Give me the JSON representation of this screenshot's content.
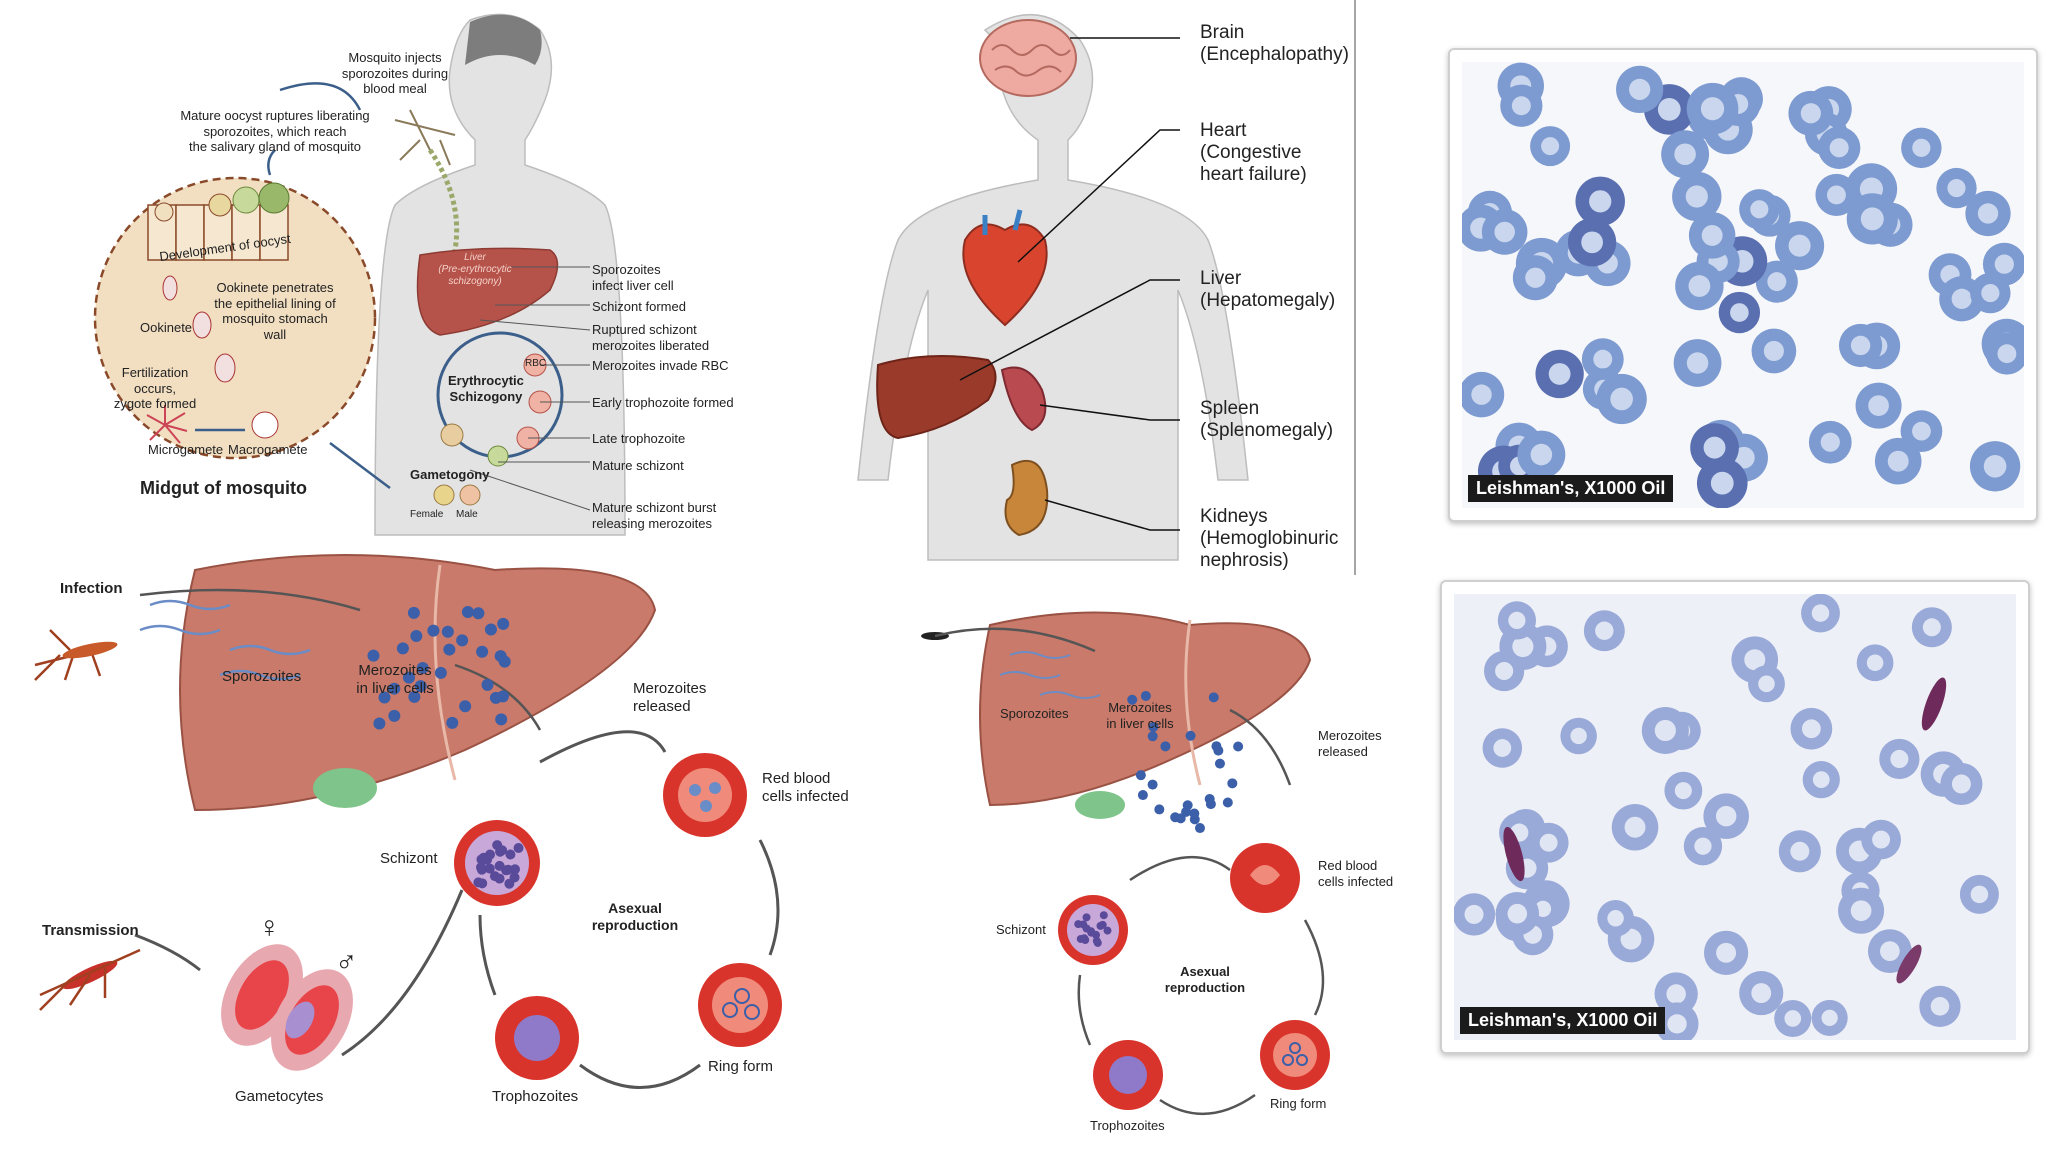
{
  "panel_tl": {
    "mosquito_injects": "Mosquito injects\nsporozoites during\nblood meal",
    "mature_oocyst": "Mature oocyst ruptures liberating\nsporozoites, which reach\nthe salivary gland of mosquito",
    "development_oocyst": "Development of oocyst",
    "ookinete_penetrates": "Ookinete penetrates\nthe epithelial lining of\nmosquito stomach\nwall",
    "ookinete": "Ookinete",
    "fertilization": "Fertilization\noccurs,\nzygote formed",
    "microgamete": "Microgamete",
    "macrogamete": "Macrogamete",
    "midgut": "Midgut of mosquito",
    "liver_label": "Liver\n(Pre-erythrocytic\nschizogony)",
    "sporozoites_infect": "Sporozoites\ninfect liver cell",
    "schizont_formed": "Schizont formed",
    "ruptured_schizont": "Ruptured schizont\nmerozoites liberated",
    "merozoites_invade": "Merozoites invade RBC",
    "rbc": "RBC",
    "early_tropho": "Early trophozoite formed",
    "late_tropho": "Late trophozoite",
    "mature_schizont": "Mature schizont",
    "burst": "Mature schizont burst\nreleasing merozoites",
    "erythrocytic": "Erythrocytic\nSchizogony",
    "gametogony": "Gametogony",
    "female": "Female",
    "male": "Male"
  },
  "panel_tm": {
    "brain": "Brain\n(Encephalopathy)",
    "heart": "Heart\n(Congestive\nheart failure)",
    "liver": "Liver\n(Hepatomegaly)",
    "spleen": "Spleen\n(Splenomegaly)",
    "kidneys": "Kidneys\n(Hemoglobinuric\nnephrosis)"
  },
  "panel_bl": {
    "infection": "Infection",
    "sporozoites": "Sporozoites",
    "merozoites_liver": "Merozoites\nin liver cells",
    "merozoites_released": "Merozoites\nreleased",
    "rbc_infected": "Red blood\ncells infected",
    "schizont": "Schizont",
    "asexual": "Asexual\nreproduction",
    "ring_form": "Ring form",
    "trophozoites": "Trophozoites",
    "gametocytes": "Gametocytes",
    "transmission": "Transmission",
    "female_symbol": "♀",
    "male_symbol": "♂"
  },
  "panel_bm": {
    "sporozoites": "Sporozoites",
    "merozoites_liver": "Merozoites\nin liver cells",
    "merozoites_released": "Merozoites\nreleased",
    "rbc_infected": "Red blood\ncells infected",
    "schizont": "Schizont",
    "asexual": "Asexual\nreproduction",
    "ring_form": "Ring form",
    "trophozoites": "Trophozoites"
  },
  "photos": {
    "top_caption": "Leishman's, X1000 Oil",
    "bottom_caption": "Leishman's, X1000 Oil"
  },
  "colors": {
    "liver": "#c97a6a",
    "rbc": "#d9342b",
    "body": "#e3e3e3",
    "midgut": "#f2dfc2",
    "smear_top_bg": "#f6f7fb",
    "smear_cell": "#6e8fc9",
    "smear_bottom_bg": "#eef0f7"
  }
}
